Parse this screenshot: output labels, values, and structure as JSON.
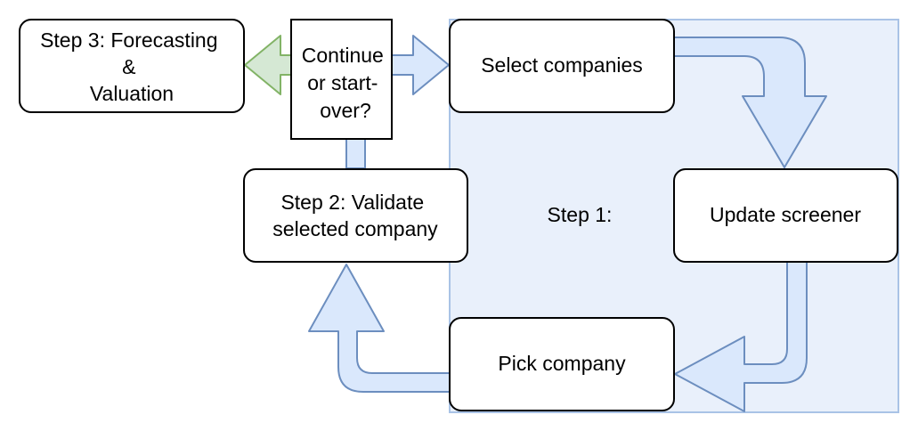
{
  "diagram": {
    "region": {
      "label": "Step 1:"
    },
    "nodes": {
      "select": {
        "label": "Select companies"
      },
      "update": {
        "label": "Update screener"
      },
      "pick": {
        "label": "Pick company"
      },
      "validate": {
        "lines": [
          "Step 2: Validate",
          "selected company"
        ]
      },
      "decision": {
        "lines": [
          "Continue",
          "or start-",
          "over?"
        ]
      },
      "forecast": {
        "lines": [
          "Step 3: Forecasting",
          "&",
          "Valuation"
        ]
      }
    }
  },
  "colors": {
    "region_fill": "#e9f0fb",
    "region_stroke": "#a9c3e6",
    "arrow_blue_fill": "#dae8fc",
    "arrow_blue_stroke": "#6c8ebf",
    "arrow_green_fill": "#d5e8d4",
    "arrow_green_stroke": "#82b366",
    "node_stroke": "#000000",
    "node_fill": "#ffffff"
  }
}
